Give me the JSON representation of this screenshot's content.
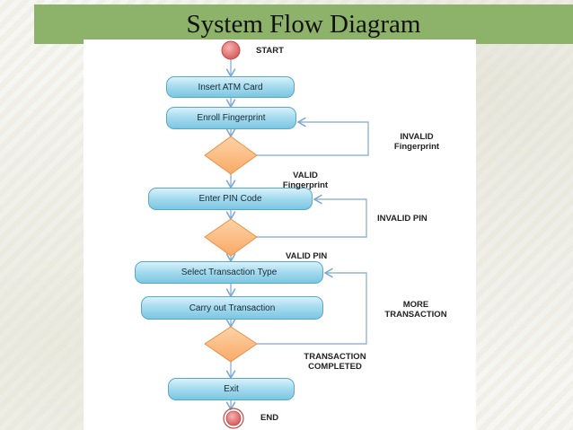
{
  "title": "System Flow Diagram",
  "nodes": {
    "start": "START",
    "insert_card": "Insert ATM Card",
    "enroll_fingerprint": "Enroll Fingerprint",
    "enter_pin": "Enter PIN Code",
    "select_transaction": "Select Transaction Type",
    "carry_out": "Carry out Transaction",
    "exit": "Exit",
    "end": "END"
  },
  "edge_labels": {
    "invalid_fingerprint_1": "INVALID",
    "invalid_fingerprint_2": "Fingerprint",
    "valid_fingerprint_1": "VALID",
    "valid_fingerprint_2": "Fingerprint",
    "invalid_pin": "INVALID PIN",
    "valid_pin": "VALID PIN",
    "more_transaction_1": "MORE",
    "more_transaction_2": "TRANSACTION",
    "completed_1": "TRANSACTION",
    "completed_2": "COMPLETED"
  },
  "colors": {
    "title_bar": "#8db26a",
    "process_box": "#a7dcef",
    "decision": "#fbbf8a",
    "start_node": "#e57373",
    "connector": "#7fa8cf"
  }
}
